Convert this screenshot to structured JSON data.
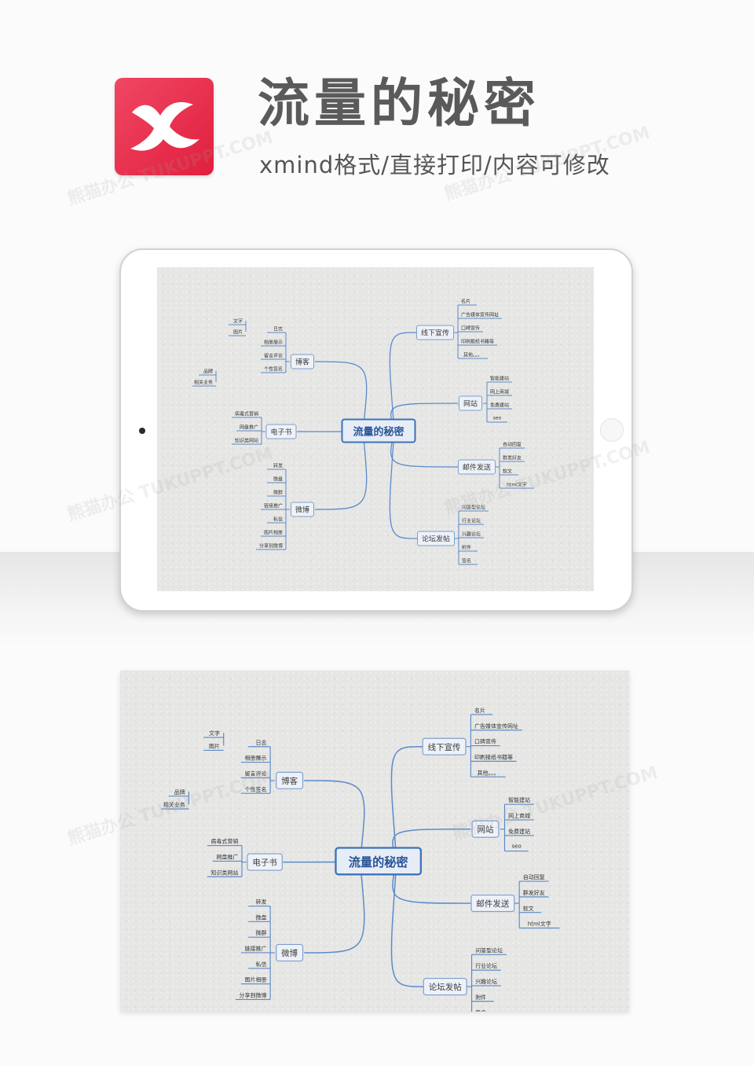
{
  "header": {
    "title": "流量的秘密",
    "subtitle": "xmind格式/直接打印/内容可修改"
  },
  "colors": {
    "logo_bg": "#e8294a",
    "line": "#5b8bc8",
    "node_border": "#7d9fcc",
    "root_border": "#3c73b8",
    "paper": "#e6e6e5"
  },
  "watermark": "熊猫办公 TUKUPPT.COM",
  "mindmap": {
    "root": "流量的秘密",
    "branches": [
      {
        "label": "线下宣传",
        "side": "right",
        "items": [
          "名片",
          "广告媒体宣传网址",
          "口碑宣传",
          "印刷报纸书籍等",
          "其他。。。"
        ]
      },
      {
        "label": "网站",
        "side": "right",
        "items": [
          "智能建站",
          "网上商城",
          "免费建站",
          "seo"
        ]
      },
      {
        "label": "邮件发送",
        "side": "right",
        "items": [
          "自动回复",
          "群发好友",
          "软文",
          "html文字"
        ]
      },
      {
        "label": "论坛发帖",
        "side": "right",
        "items": [
          "问答型论坛",
          "行业论坛",
          "兴趣论坛",
          "附件",
          "签名"
        ]
      },
      {
        "label": "博客",
        "side": "left",
        "items": [
          "日志",
          "相册展示",
          "留言评论",
          "个性签名"
        ],
        "sub": [
          {
            "parent": "日志",
            "items": [
              "文字",
              "图片"
            ]
          },
          {
            "parent": "个性签名",
            "items": [
              "品牌",
              "相关业务"
            ]
          }
        ]
      },
      {
        "label": "电子书",
        "side": "left",
        "items": [
          "病毒式营销",
          "网盘推广",
          "知识类网站"
        ]
      },
      {
        "label": "微博",
        "side": "left",
        "items": [
          "转发",
          "微盘",
          "微群",
          "链接推广",
          "私信",
          "图片相册",
          "分享到微博"
        ]
      }
    ]
  }
}
